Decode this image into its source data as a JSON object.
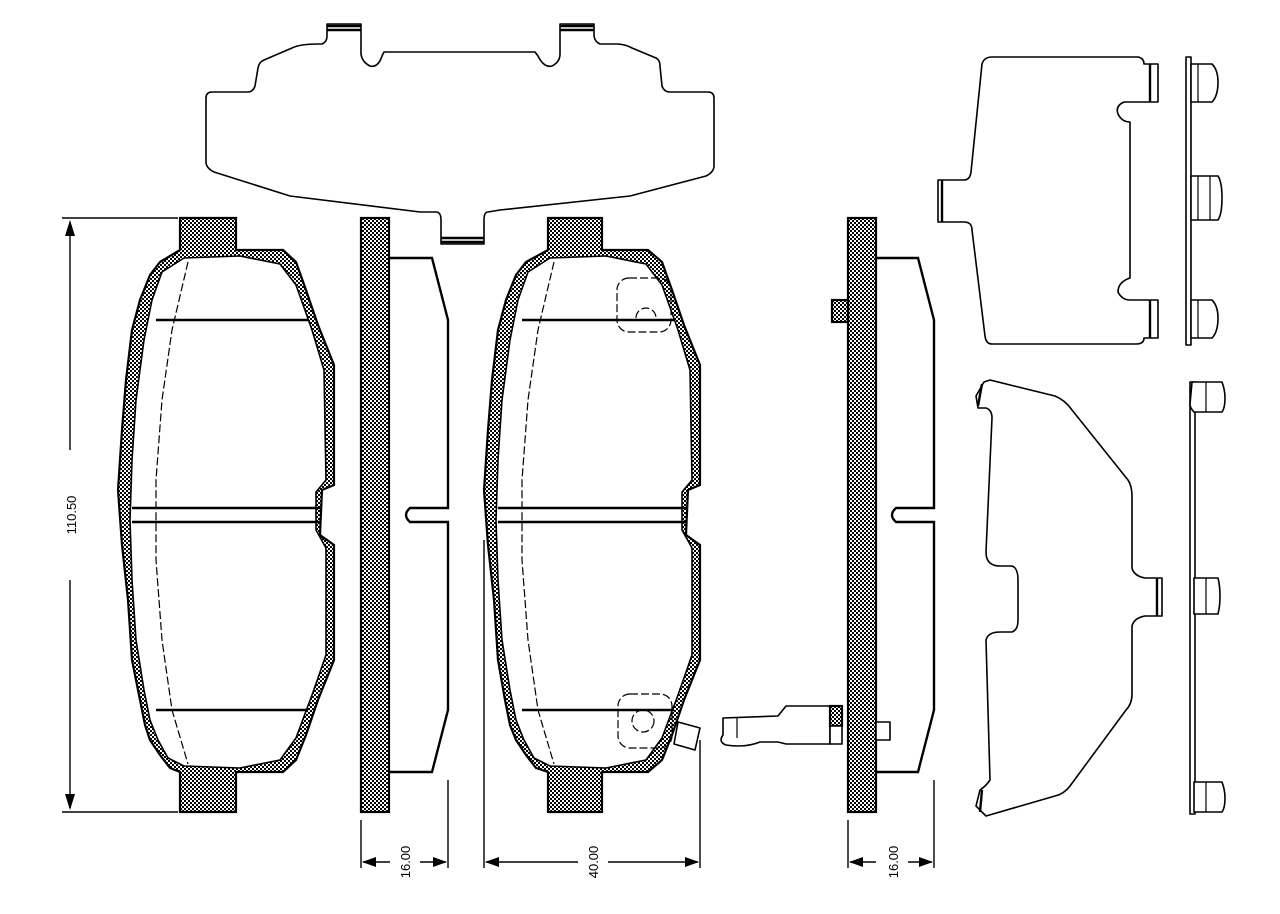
{
  "drawing": {
    "type": "brake pad set technical drawing",
    "components": [
      {
        "id": "anti-rattle-spring-top",
        "label": ""
      },
      {
        "id": "pad-front-view-left",
        "label": ""
      },
      {
        "id": "pad-side-view-left",
        "label": ""
      },
      {
        "id": "pad-front-view-right-with-sensor",
        "label": ""
      },
      {
        "id": "pad-side-view-right-with-sensor",
        "label": ""
      },
      {
        "id": "wear-sensor",
        "label": ""
      },
      {
        "id": "shim-upper-front",
        "label": ""
      },
      {
        "id": "shim-upper-side",
        "label": ""
      },
      {
        "id": "shim-lower-front",
        "label": ""
      },
      {
        "id": "shim-lower-side",
        "label": ""
      }
    ]
  },
  "dimensions": {
    "height": "110.50",
    "thickness_left": "16.00",
    "width": "40.00",
    "thickness_right": "16.00"
  },
  "colors": {
    "line": "#000000",
    "background": "#ffffff",
    "hatch": "#000000"
  }
}
